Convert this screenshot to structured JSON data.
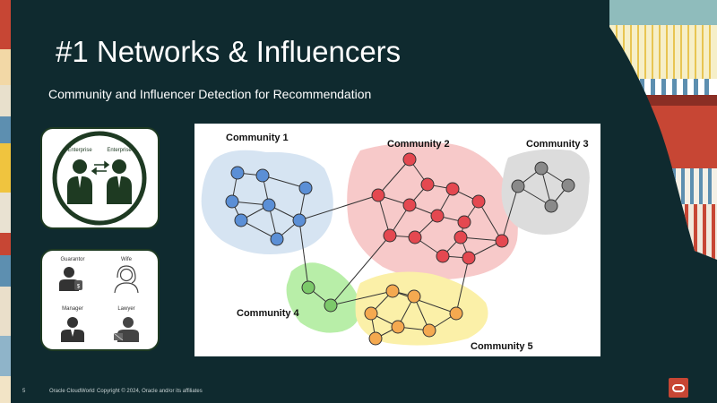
{
  "slide": {
    "title": "#1 Networks & Influencers",
    "subtitle": "Community and Influencer Detection for Recommendation"
  },
  "enterprise_card": {
    "label_left": "Enterprise",
    "label_right": "Enterprise",
    "icons": [
      "businessman-icon",
      "swap-arrows-icon",
      "businessman-icon"
    ]
  },
  "relations_card": {
    "items": [
      {
        "label": "Guarantor",
        "icon": "guarantor-icon"
      },
      {
        "label": "Wife",
        "icon": "wife-icon"
      },
      {
        "label": "Manager",
        "icon": "manager-icon"
      },
      {
        "label": "Lawyer",
        "icon": "lawyer-icon"
      }
    ]
  },
  "community_graph": {
    "communities": [
      {
        "label": "Community 1",
        "color": "#d6e4f2",
        "node_color": "#5b8fd6"
      },
      {
        "label": "Community 2",
        "color": "#f7c9c9",
        "node_color": "#e44850"
      },
      {
        "label": "Community 3",
        "color": "#dcdcdc",
        "node_color": "#8a8a8a"
      },
      {
        "label": "Community 4",
        "color": "#b8eea8",
        "node_color": "#7cc96a"
      },
      {
        "label": "Community 5",
        "color": "#fbf0a8",
        "node_color": "#f4a950"
      }
    ]
  },
  "footer": {
    "page_number": "5",
    "event": "Oracle CloudWorld",
    "copyright": "Copyright © 2024, Oracle and/or its affiliates"
  },
  "colors": {
    "background": "#0f2a2f",
    "accent": "#c74634"
  }
}
